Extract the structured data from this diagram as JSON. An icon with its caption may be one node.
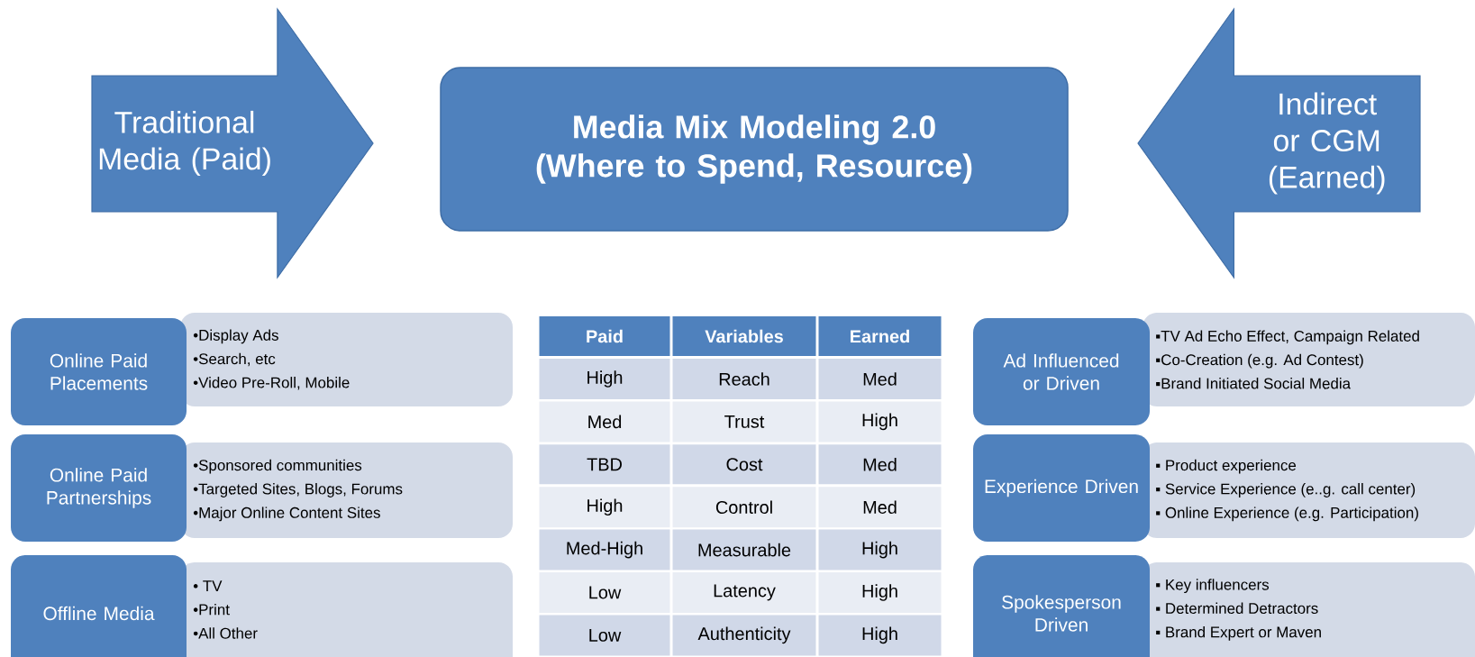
{
  "diagram": {
    "nodes": [
      {
        "text": [
          "Traditional Media (Paid)"
        ]
      },
      {
        "text": [
          "Media Mix Modeling 2.0 (Where to Spend, Resource)"
        ]
      },
      {
        "text": [
          "Indirect or CGM (Earned)"
        ]
      },
      {
        "text": [
          "Online Paid Placements"
        ]
      },
      {
        "text": [
          "•Display Ads",
          "•Search, etc",
          "•Video Pre-Roll, Mobile"
        ]
      },
      {
        "text": [
          "Online Paid Partnerships"
        ]
      },
      {
        "text": [
          "•Sponsored communities",
          "•Targeted Sites, Blogs, Forums",
          "•Major Online Content Sites"
        ]
      },
      {
        "text": [
          "Offline Media"
        ]
      },
      {
        "text": [
          "• TV",
          "•Print",
          "•All Other"
        ]
      },
      {
        "text": [
          "Ad Influenced or Driven"
        ]
      },
      {
        "text": [
          "▪TV Ad Echo Effect, Campaign Related",
          "▪Co-Creation (e.g. Ad Contest)",
          "▪Brand Initiated Social Media"
        ]
      },
      {
        "text": [
          "Experience Driven"
        ]
      },
      {
        "text": [
          "▪ Product experience",
          "▪ Service Experience (e..g. call center)",
          "▪ Online Experience (e.g. Participation)"
        ]
      },
      {
        "text": [
          "Spokesperson Driven"
        ]
      },
      {
        "text": [
          "▪ Key influencers",
          "▪ Determined Detractors",
          "▪ Brand Expert or Maven"
        ]
      }
    ],
    "labels": [
      "Paid",
      "Variables",
      "Earned",
      "High",
      "Reach",
      "Med",
      "Med",
      "Trust",
      "High",
      "TBD",
      "Cost",
      "Med",
      "High",
      "Control",
      "Med",
      "Med-High",
      "Measurable",
      "High",
      "Low",
      "Latency",
      "High",
      "Low",
      "Authenticity",
      "High"
    ]
  }
}
